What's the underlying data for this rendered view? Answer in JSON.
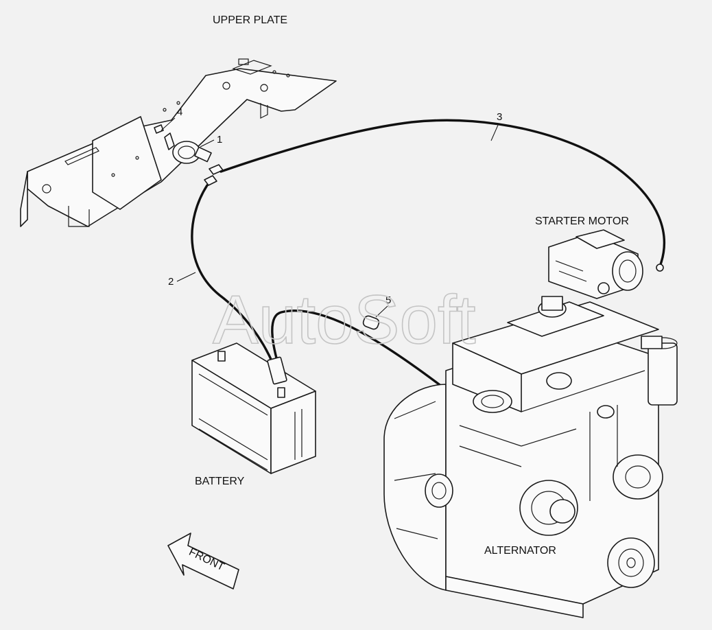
{
  "labels": {
    "upper_plate": "UPPER PLATE",
    "starter_motor": "STARTER MOTOR",
    "battery": "BATTERY",
    "alternator": "ALTERNATOR",
    "front": "FRONT"
  },
  "callouts": {
    "c1": "1",
    "c2": "2",
    "c3": "3",
    "c4": "4",
    "c5": "5"
  },
  "watermark": "AutoSoft",
  "colors": {
    "background": "#f2f2f2",
    "line": "#1a1a1a",
    "watermark": "#c4c4c4"
  }
}
